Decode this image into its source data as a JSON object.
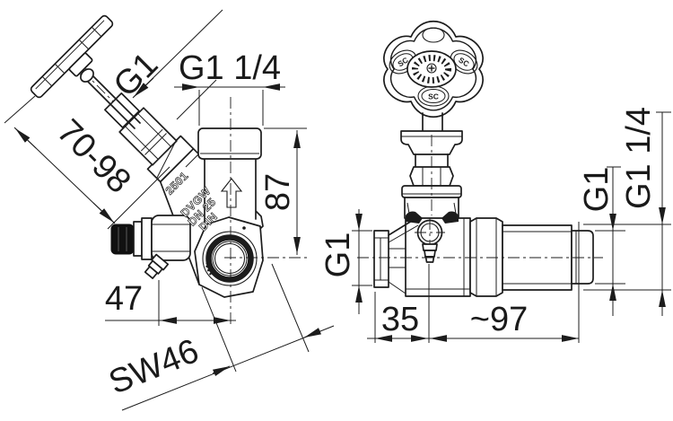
{
  "colors": {
    "line": "#1c1c1c",
    "background": "#ffffff",
    "drain_cap": "#111111"
  },
  "left_view": {
    "body_markings": {
      "line1": "2501",
      "line2": "DVGW",
      "line3": "DN 25",
      "line4": "DIN"
    },
    "dimensions": {
      "stem_thread": "G1",
      "outlet_thread": "G1 1/4",
      "height_range": "70-98",
      "outlet_height": "87",
      "drain_offset": "47",
      "wrench_size": "SW46"
    }
  },
  "right_view": {
    "handwheel_mark": "SC",
    "dimensions": {
      "inlet_thread": "G1",
      "inlet_length": "35",
      "overall_length": "~97",
      "outlet_thread": "G1",
      "union_thread": "G1 1/4"
    }
  }
}
